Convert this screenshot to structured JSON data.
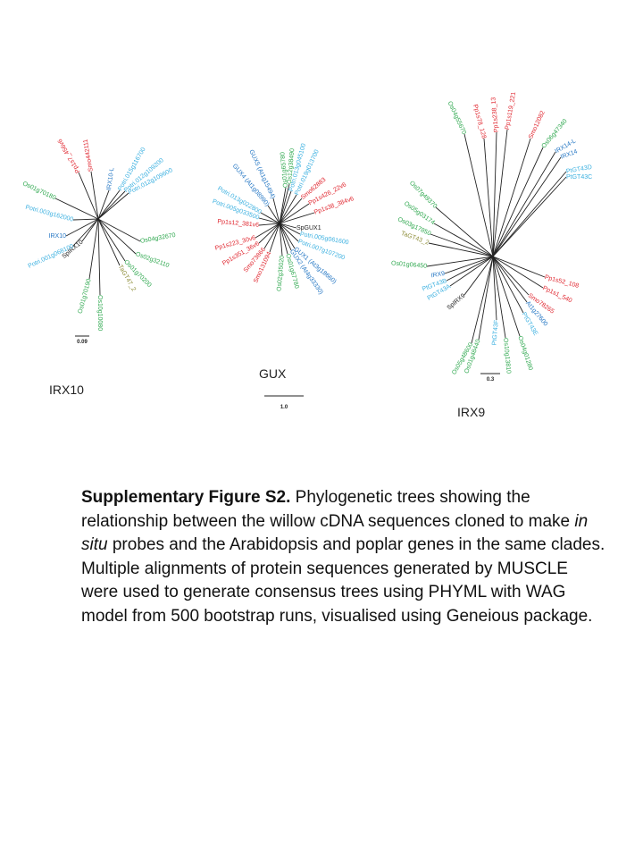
{
  "colors": {
    "green": "#2fa84f",
    "red": "#e0262f",
    "blue": "#2577c4",
    "cyan": "#3bb0e0",
    "olive": "#8e8e3a",
    "black": "#222222"
  },
  "trees": [
    {
      "id": "irx10",
      "title": "IRX10",
      "scale_label": "0.09",
      "leaves": [
        {
          "label": "Pp1s7_456v6",
          "color": "red"
        },
        {
          "label": "Smo442111",
          "color": "red"
        },
        {
          "label": "IRX10-L",
          "color": "blue"
        },
        {
          "label": "Potri.015g116700",
          "color": "cyan"
        },
        {
          "label": "Potri.012g109200",
          "color": "cyan"
        },
        {
          "label": "Potri.012g109600",
          "color": "cyan"
        },
        {
          "label": "Os04g32670",
          "color": "green"
        },
        {
          "label": "Os02g32110",
          "color": "green"
        },
        {
          "label": "Os01g70200",
          "color": "green"
        },
        {
          "label": "TaGT47_2",
          "color": "olive"
        },
        {
          "label": "Os10g10080",
          "color": "green"
        },
        {
          "label": "Os01g70190",
          "color": "green"
        },
        {
          "label": "SpIRX10",
          "color": "black"
        },
        {
          "label": "Potri.001g068100",
          "color": "cyan"
        },
        {
          "label": "IRX10",
          "color": "blue"
        },
        {
          "label": "Potri.003g162000",
          "color": "cyan"
        },
        {
          "label": "Os01g70180",
          "color": "green"
        }
      ]
    },
    {
      "id": "gux",
      "title": "GUX",
      "scale_label": "1.0",
      "leaves": [
        {
          "label": "Os01g65780",
          "color": "green"
        },
        {
          "label": "Os12g38490",
          "color": "green"
        },
        {
          "label": "Potri.013g045100",
          "color": "cyan"
        },
        {
          "label": "Potri.019g013700",
          "color": "cyan"
        },
        {
          "label": "Smo62883",
          "color": "red"
        },
        {
          "label": "Pp1s426_22v6",
          "color": "red"
        },
        {
          "label": "Pp1s38_384v6",
          "color": "red"
        },
        {
          "label": "SpGUX1",
          "color": "black"
        },
        {
          "label": "Potri.005g061600",
          "color": "cyan"
        },
        {
          "label": "Potri.007g107200",
          "color": "cyan"
        },
        {
          "label": "GUX1 (At3g18660)",
          "color": "blue"
        },
        {
          "label": "GUX2 (At4g33330)",
          "color": "blue"
        },
        {
          "label": "Os01g67780",
          "color": "green"
        },
        {
          "label": "Os02g35020",
          "color": "green"
        },
        {
          "label": "Smo131094",
          "color": "red"
        },
        {
          "label": "Smo73866",
          "color": "red"
        },
        {
          "label": "Pp1s351_36v6",
          "color": "red"
        },
        {
          "label": "Pp1s223_30v6",
          "color": "red"
        },
        {
          "label": "Pp1s12_381v6",
          "color": "red"
        },
        {
          "label": "Potri.005g033500",
          "color": "cyan"
        },
        {
          "label": "Potri.013g022800",
          "color": "cyan"
        },
        {
          "label": "GUX4 (At1g08990)",
          "color": "blue"
        },
        {
          "label": "GUX5 (At1g15494)",
          "color": "blue"
        }
      ]
    },
    {
      "id": "irx9",
      "title": "IRX9",
      "scale_label": "0.3",
      "leaves": [
        {
          "label": "Pp1s238_13",
          "color": "red"
        },
        {
          "label": "Pp1s119_221",
          "color": "red"
        },
        {
          "label": "Smo12082",
          "color": "red"
        },
        {
          "label": "Os06g47340",
          "color": "green"
        },
        {
          "label": "IRX14-L",
          "color": "blue"
        },
        {
          "label": "IRX14",
          "color": "blue"
        },
        {
          "label": "PtGT43D",
          "color": "cyan"
        },
        {
          "label": "PtGT43C",
          "color": "cyan"
        },
        {
          "label": "Pp1s52_108",
          "color": "red"
        },
        {
          "label": "Pp1s1_540",
          "color": "red"
        },
        {
          "label": "Smo78265",
          "color": "red"
        },
        {
          "label": "At1g27600",
          "color": "blue"
        },
        {
          "label": "PtGT43E",
          "color": "cyan"
        },
        {
          "label": "Os04g01280",
          "color": "green"
        },
        {
          "label": "Os10g13810",
          "color": "green"
        },
        {
          "label": "PtGT43F",
          "color": "cyan"
        },
        {
          "label": "Os01g48440",
          "color": "green"
        },
        {
          "label": "Os05g48600",
          "color": "green"
        },
        {
          "label": "SpIRX9",
          "color": "black"
        },
        {
          "label": "PtGT43A",
          "color": "cyan"
        },
        {
          "label": "PtGT43B",
          "color": "cyan"
        },
        {
          "label": "IRX9",
          "color": "blue"
        },
        {
          "label": "Os01g06450",
          "color": "green"
        },
        {
          "label": "TaGT43_2",
          "color": "olive"
        },
        {
          "label": "Os03g17850",
          "color": "green"
        },
        {
          "label": "Os05g03174",
          "color": "green"
        },
        {
          "label": "Os07g49370",
          "color": "green"
        },
        {
          "label": "Os04g55670",
          "color": "green"
        },
        {
          "label": "Pp1s78_128",
          "color": "red"
        }
      ]
    }
  ],
  "caption": {
    "label": "Supplementary Figure S2.",
    "text_1": " Phylogenetic trees showing the relationship between the willow cDNA sequences cloned to make ",
    "italic": "in situ",
    "text_2": " probes and the Arabidopsis and poplar genes in the same clades. Multiple alignments of protein sequences generated by MUSCLE were used to generate consensus trees using PHYML with WAG model from 500 bootstrap runs, visualised using Geneious package."
  }
}
